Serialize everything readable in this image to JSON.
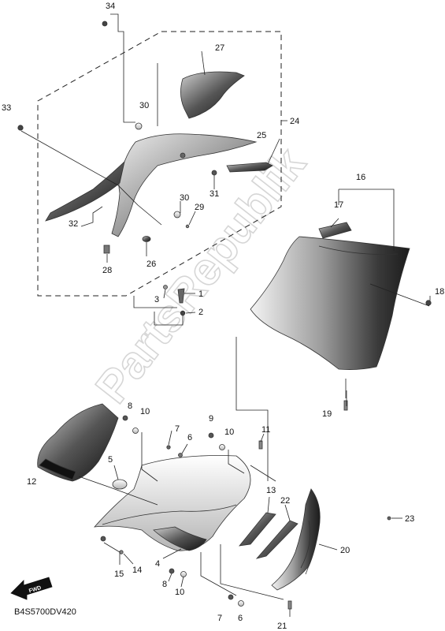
{
  "diagram": {
    "code": "B4S5700DV420",
    "watermark": "PartsRepublik",
    "forward_label": "FWD",
    "callouts": [
      {
        "id": "c34",
        "label": "34"
      },
      {
        "id": "c27",
        "label": "27"
      },
      {
        "id": "c33",
        "label": "33"
      },
      {
        "id": "c30a",
        "label": "30"
      },
      {
        "id": "c24",
        "label": "24"
      },
      {
        "id": "c25",
        "label": "25"
      },
      {
        "id": "c31",
        "label": "31"
      },
      {
        "id": "c30b",
        "label": "30"
      },
      {
        "id": "c29",
        "label": "29"
      },
      {
        "id": "c32",
        "label": "32"
      },
      {
        "id": "c26",
        "label": "26"
      },
      {
        "id": "c28",
        "label": "28"
      },
      {
        "id": "c16",
        "label": "16"
      },
      {
        "id": "c17",
        "label": "17"
      },
      {
        "id": "c18",
        "label": "18"
      },
      {
        "id": "c1",
        "label": "1"
      },
      {
        "id": "c3",
        "label": "3"
      },
      {
        "id": "c2",
        "label": "2"
      },
      {
        "id": "c19",
        "label": "19"
      },
      {
        "id": "c8a",
        "label": "8"
      },
      {
        "id": "c10a",
        "label": "10"
      },
      {
        "id": "c9",
        "label": "9"
      },
      {
        "id": "c10b",
        "label": "10"
      },
      {
        "id": "c11",
        "label": "11"
      },
      {
        "id": "c7a",
        "label": "7"
      },
      {
        "id": "c6",
        "label": "6"
      },
      {
        "id": "c5",
        "label": "5"
      },
      {
        "id": "c12",
        "label": "12"
      },
      {
        "id": "c13",
        "label": "13"
      },
      {
        "id": "c22",
        "label": "22"
      },
      {
        "id": "c23",
        "label": "23"
      },
      {
        "id": "c20",
        "label": "20"
      },
      {
        "id": "c15",
        "label": "15"
      },
      {
        "id": "c14",
        "label": "14"
      },
      {
        "id": "c4",
        "label": "4"
      },
      {
        "id": "c8b",
        "label": "8"
      },
      {
        "id": "c10c",
        "label": "10"
      },
      {
        "id": "c7b",
        "label": "7"
      },
      {
        "id": "c6b",
        "label": "6"
      },
      {
        "id": "c21",
        "label": "21"
      }
    ]
  }
}
